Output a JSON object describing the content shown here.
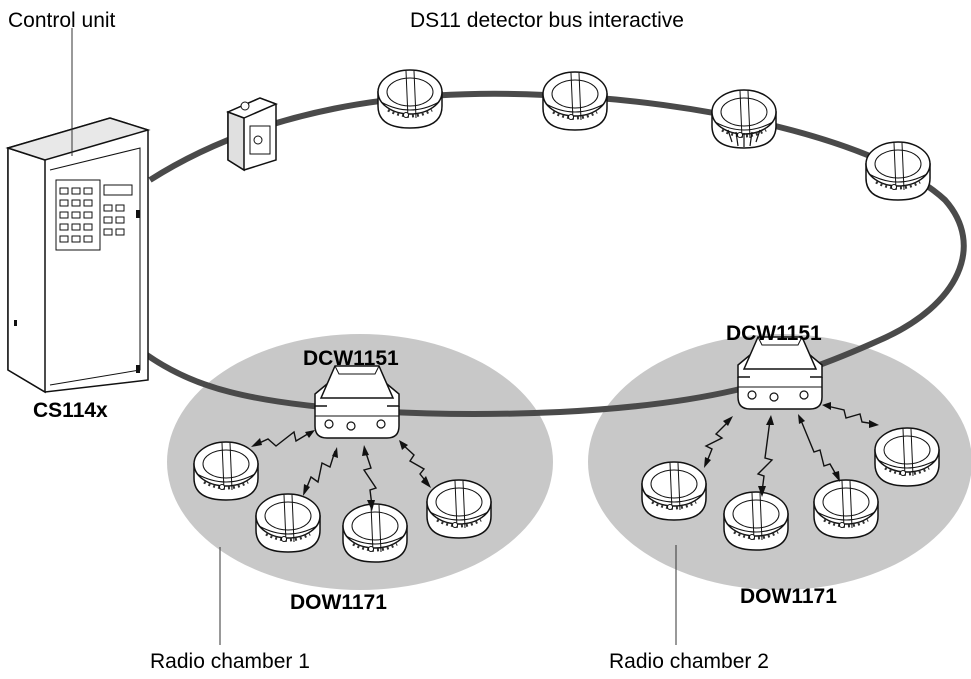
{
  "labels": {
    "control_unit": "Control unit",
    "bus": "DS11 detector bus interactive",
    "control_model": "CS114x",
    "gateway_1": "DCW1151",
    "gateway_2": "DCW1151",
    "detectors_1": "DOW1171",
    "detectors_2": "DOW1171",
    "chamber_1": "Radio chamber 1",
    "chamber_2": "Radio chamber 2"
  },
  "colors": {
    "bus_line": "#4a4a4a",
    "radio_zone": "#c8c8c8",
    "outline": "#111111",
    "background": "#ffffff"
  },
  "icons": {
    "detector": "smoke-detector-icon",
    "gateway": "radio-gateway-box-icon",
    "call_point": "manual-call-point-icon",
    "panel": "fire-control-panel-icon",
    "link": "radio-link-zigzag-icon"
  }
}
